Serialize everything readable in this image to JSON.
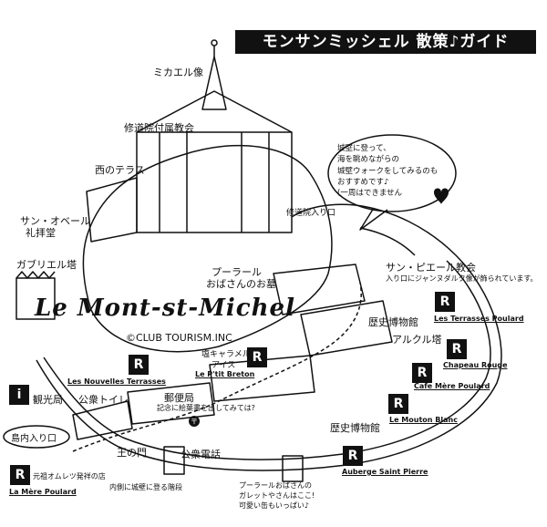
{
  "banner": "モンサンミッシェル 散策♪ガイド",
  "map_title": "Le Mont-st-Michel",
  "credit": "©CLUB TOURISM.INC",
  "labels": {
    "michael_statue": "ミカエル像",
    "abbey_church": "修道院付属教会",
    "west_terrace": "西のテラス",
    "abbey_entrance": "修道院入り口",
    "st_aubert_1": "サン・オベール",
    "st_aubert_2": "礼拝堂",
    "gabriel_tower": "ガブリエル塔",
    "poulard_grave_1": "プーラール",
    "poulard_grave_2": "おばさんのお墓",
    "st_pierre_1": "サン・ピエール教会",
    "st_pierre_2": "入り口にジャンヌダルク像が飾られています。",
    "history_museum_top": "歴史博物館",
    "arcade_tower": "アルクル塔",
    "caramel_1": "塩キャラメル",
    "caramel_2": "アイス",
    "post_office_1": "郵便局",
    "post_office_2": "記念に絵葉書を出してみては?",
    "tourist_info": "観光局",
    "public_toilet": "公衆トイレ",
    "island_entrance": "島内入り口",
    "kings_gate": "王の門",
    "public_phone": "公衆電話",
    "rampart_stairs": "内側に城壁に登る階段",
    "history_museum_bottom": "歴史博物館",
    "poulard_note_1": "プーラールおばさんの",
    "poulard_note_2": "ガレットやさんはここ!",
    "poulard_note_3": "可愛い缶もいっぱい♪",
    "omelette_origin": "元祖オムレツ発祥の店",
    "info_badge": "i"
  },
  "note_lines": [
    "城壁に登って、",
    "海を眺めながらの",
    "城壁ウォークをしてみるのも",
    "おすすめです♪",
    "(一周はできません"
  ],
  "restaurant_badge": "R",
  "restaurants": {
    "terrasses_poulard": "Les Terrasses Poulard",
    "chapeau_rouge": "Chapeau Rouge",
    "mere_poulard_cafe": "Cafe Mère Poulard",
    "mouton_blanc": "Le Mouton Blanc",
    "saint_pierre": "Auberge Saint Pierre",
    "nouvelles_terrasses": "Les Nouvelles Terrasses",
    "ptit_breton": "Le P'tit Breton",
    "mere_poulard": "La Mère Poulard"
  },
  "colors": {
    "ink": "#111111",
    "paper": "#ffffff"
  }
}
